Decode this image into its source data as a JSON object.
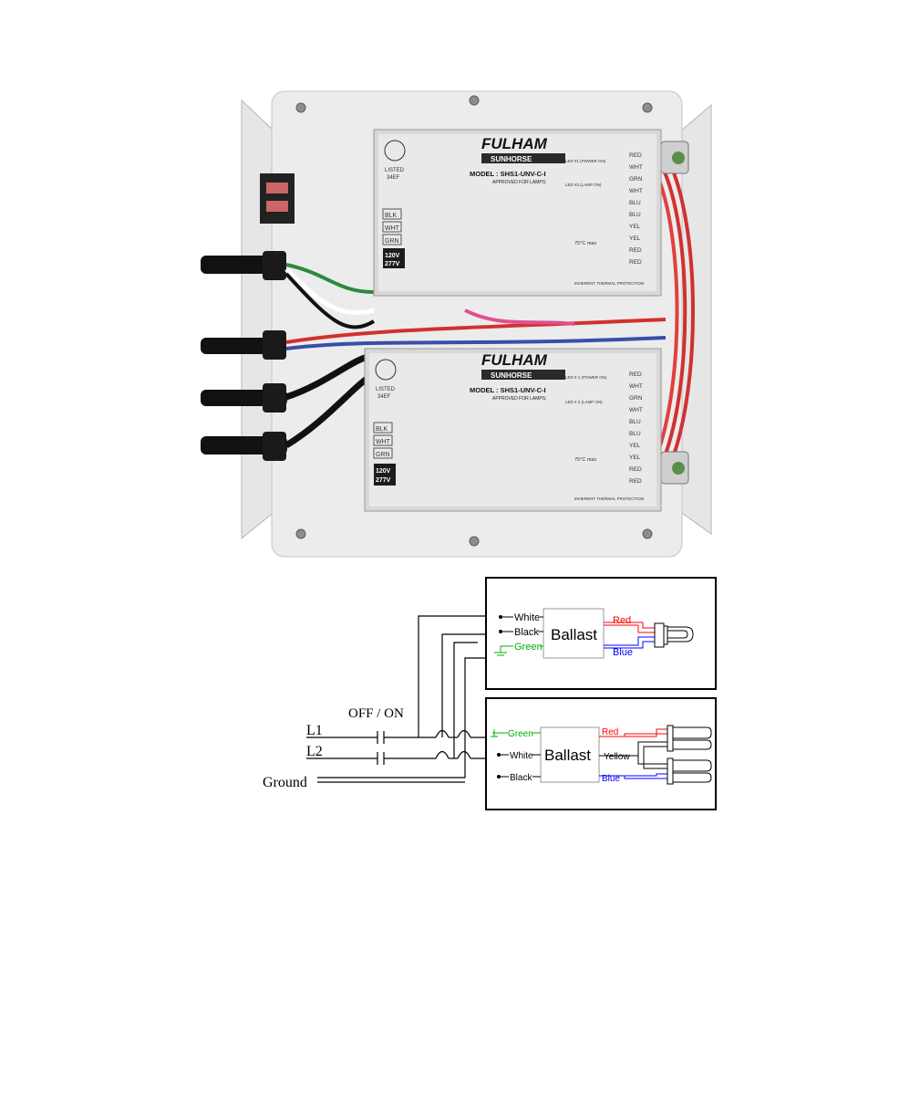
{
  "photo": {
    "brand": "FULHAM",
    "product": "SUNHORSE",
    "ballasts": [
      {
        "model": "MODEL : SHS1-UNV-C-I",
        "listing": "LISTED",
        "listing_code": "34EF",
        "approved_for_lamps": "APPROVED FOR LAMPS:",
        "voltage_top": "120V",
        "voltage_bottom": "277V",
        "lead_labels": [
          "BLK",
          "WHT",
          "GRN"
        ],
        "right_leads": [
          "RED",
          "WHT",
          "GRN",
          "WHT",
          "BLU",
          "BLU",
          "YEL",
          "YEL",
          "RED",
          "RED"
        ],
        "led_labels": [
          "LED #1 (POWER ON)",
          "LED #2 (LAMP ON)"
        ],
        "temperature": "75°C max",
        "protection": "INHERENT THERMAL PROTECTION"
      },
      {
        "model": "MODEL : SHS1-UNV-C-I",
        "listing": "LISTED",
        "listing_code": "34EF",
        "approved_for_lamps": "APPROVED FOR LAMPS:",
        "voltage_top": "120V",
        "voltage_bottom": "277V",
        "lead_labels": [
          "BLK",
          "WHT",
          "GRN"
        ],
        "right_leads": [
          "RED",
          "WHT",
          "GRN",
          "WHT",
          "BLU",
          "BLU",
          "YEL",
          "YEL",
          "RED",
          "RED"
        ],
        "led_labels": [
          "LED # 1 (POWER ON)",
          "LED # 2 (LAMP ON)"
        ],
        "temperature": "75°C max",
        "protection": "INHERENT THERMAL PROTECTION"
      }
    ]
  },
  "diagram": {
    "switch_label": "OFF / ON",
    "line1": "L1",
    "line2": "L2",
    "ground": "Ground",
    "top_ballast": {
      "title": "Ballast",
      "inputs": [
        "White",
        "Black",
        "Green"
      ],
      "outputs": [
        "Red",
        "Blue"
      ]
    },
    "bottom_ballast": {
      "title": "Ballast",
      "inputs": [
        "Green",
        "White",
        "Black"
      ],
      "outputs": [
        "Red",
        "Yellow",
        "Blue"
      ]
    },
    "colors": {
      "red": "#ff0000",
      "blue": "#0000ff",
      "green": "#00b000",
      "black": "#000000"
    }
  }
}
